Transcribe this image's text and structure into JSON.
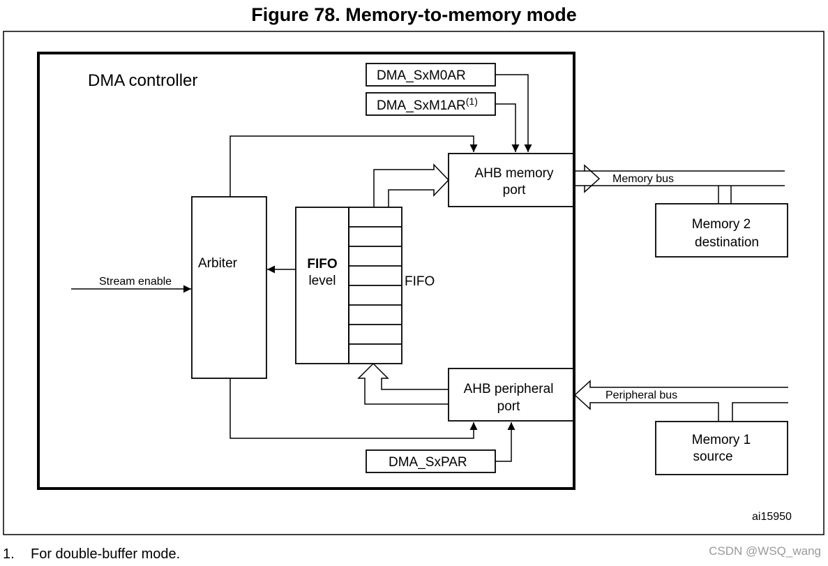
{
  "figure": {
    "title": "Figure 78. Memory-to-memory mode",
    "id_code": "ai15950"
  },
  "labels": {
    "dma_controller": "DMA controller",
    "reg_m0ar": "DMA_SxM0AR",
    "reg_m1ar": "DMA_SxM1AR",
    "reg_m1ar_note": "(1)",
    "reg_par": "DMA_SxPAR",
    "ahb_mem_line1": "AHB memory",
    "ahb_mem_line2": "port",
    "ahb_per_line1": "AHB peripheral",
    "ahb_per_line2": "port",
    "arbiter": "Arbiter",
    "fifo_level_line1": "FIFO",
    "fifo_level_line2": "level",
    "fifo": "FIFO",
    "stream_enable": "Stream enable",
    "memory_bus": "Memory bus",
    "peripheral_bus": "Peripheral bus",
    "mem2_line1": "Memory 2",
    "mem2_line2": "destination",
    "mem1_line1": "Memory 1",
    "mem1_line2": "source"
  },
  "footnote": {
    "number": "1.",
    "text": "For double-buffer mode."
  },
  "watermark": "CSDN @WSQ_wang"
}
